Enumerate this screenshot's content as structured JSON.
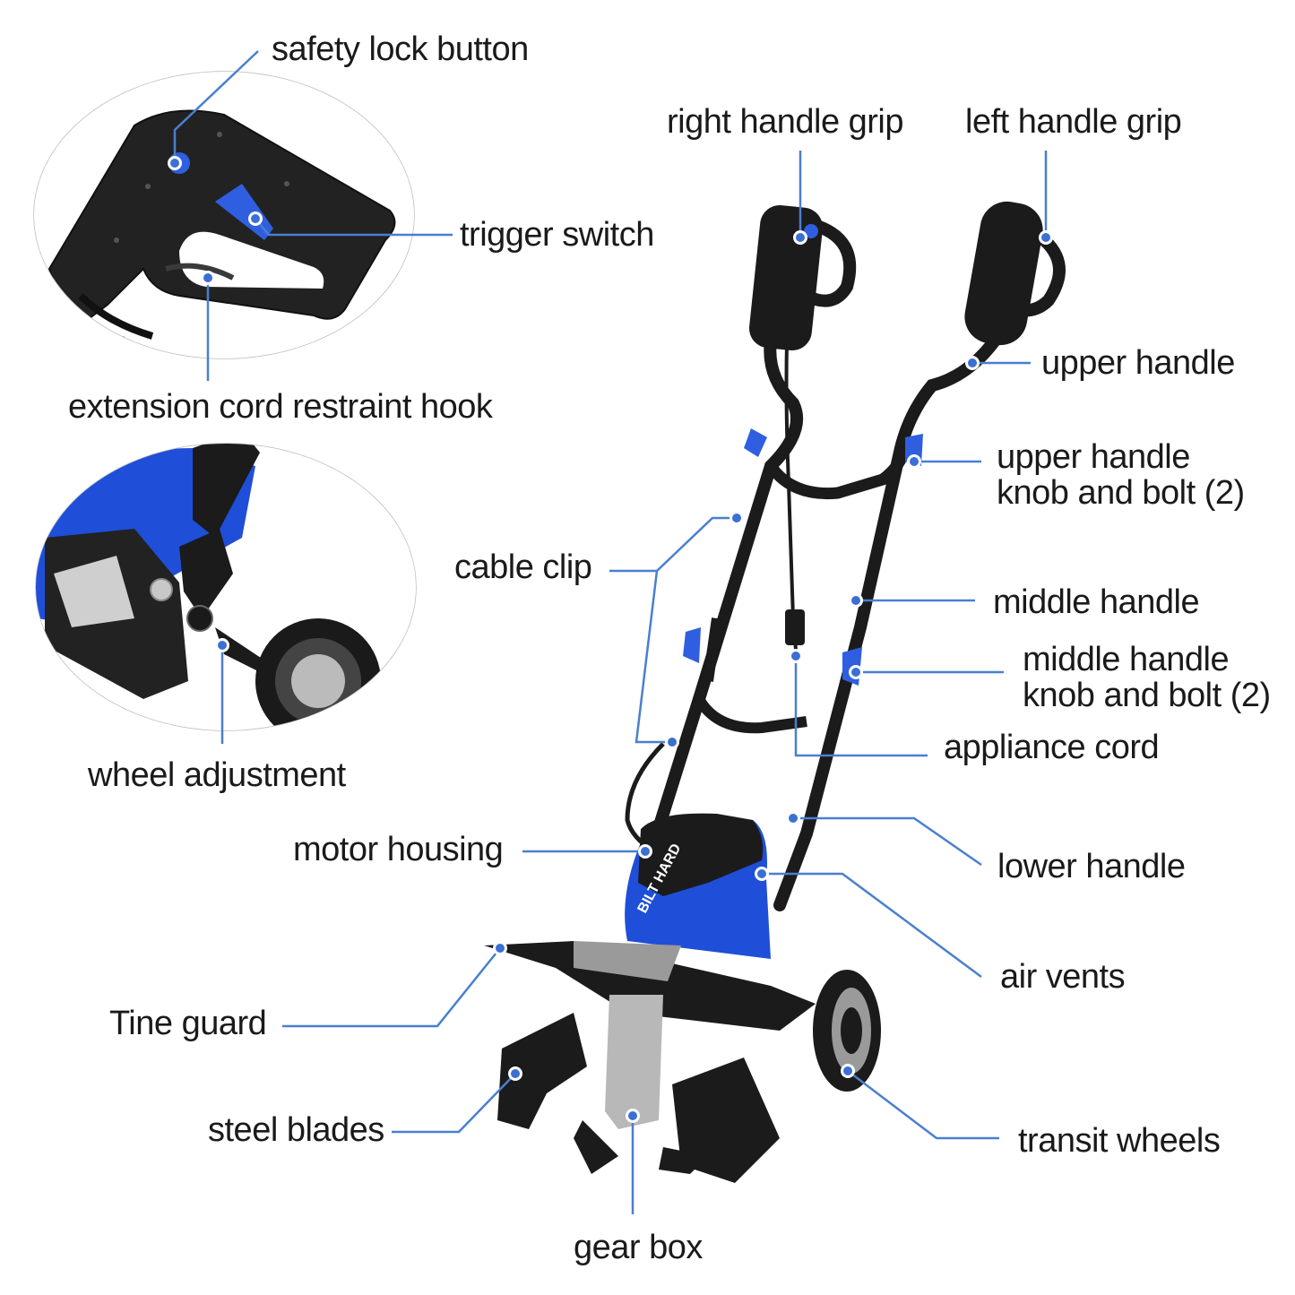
{
  "colors": {
    "leader_line": "#4a7fd0",
    "callout_dot": "#3b6fd3",
    "tiller_blue": "#1f4fd8",
    "tiller_black": "#1b1b1b",
    "metal": "#b8b8b8"
  },
  "brand_mark": "BILT HARD",
  "labels": {
    "safety_lock_button": "safety lock button",
    "trigger_switch": "trigger switch",
    "extension_cord_restraint_hook": "extension cord restraint hook",
    "wheel_adjustment": "wheel adjustment",
    "right_handle_grip": "right handle grip",
    "left_handle_grip": "left handle grip",
    "upper_handle": "upper handle",
    "upper_handle_knob_line1": "upper handle",
    "upper_handle_knob_line2": "knob and bolt (2)",
    "cable_clip": "cable clip",
    "middle_handle": "middle handle",
    "middle_handle_knob_line1": "middle handle",
    "middle_handle_knob_line2": "knob and bolt (2)",
    "appliance_cord": "appliance cord",
    "motor_housing": "motor housing",
    "lower_handle": "lower handle",
    "air_vents": "air vents",
    "tine_guard": "Tine guard",
    "steel_blades": "steel blades",
    "transit_wheels": "transit wheels",
    "gear_box": "gear box"
  }
}
